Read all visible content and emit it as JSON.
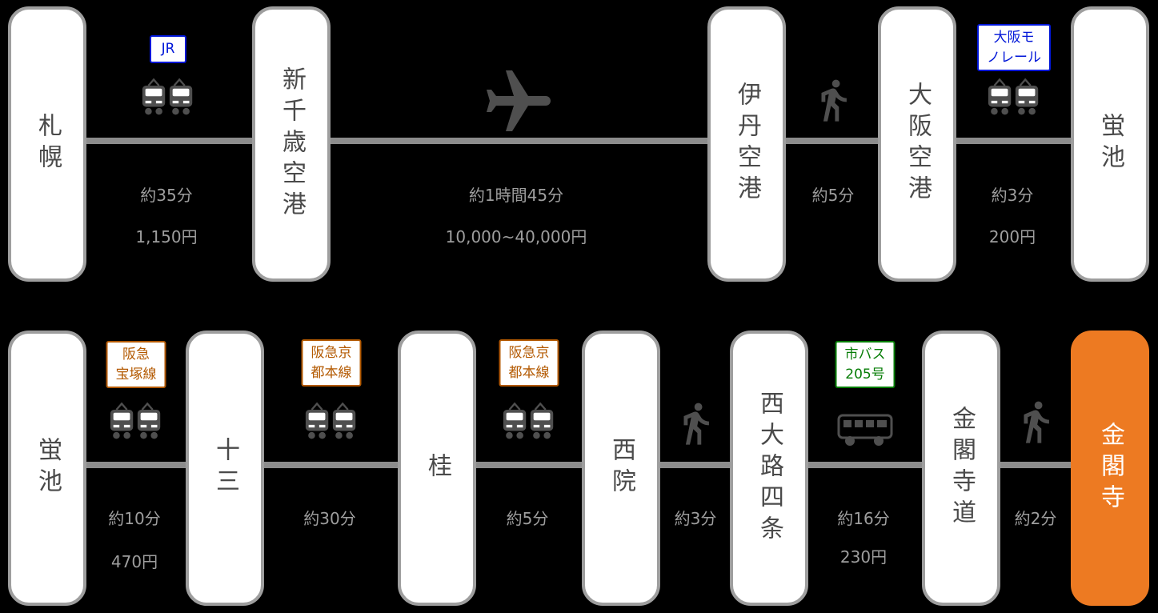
{
  "diagram": "transit-route",
  "colors": {
    "background": "#000000",
    "station_fill": "#ffffff",
    "station_border": "#9e9e9e",
    "station_text": "#4a4a4a",
    "destination_fill": "#ed7a22",
    "destination_text": "#ffffff",
    "route_line": "#8c8c8c",
    "meta_text": "#9e9e9e",
    "badge_blue": "#0016d8",
    "badge_orange": "#b35900",
    "badge_green": "#067d06",
    "icon_gray": "#4f4f4f"
  },
  "rows": [
    {
      "stations": [
        {
          "name": "札幌"
        },
        {
          "name": "新千歳空港"
        },
        {
          "name": "伊丹空港"
        },
        {
          "name": "大阪空港"
        },
        {
          "name": "蛍池"
        }
      ],
      "segments": [
        {
          "icon": "train-icon",
          "badge": "JR",
          "badge_color": "blue",
          "time": "約35分",
          "price": "1,150円"
        },
        {
          "icon": "airplane-icon",
          "time": "約1時間45分",
          "price": "10,000~40,000円"
        },
        {
          "icon": "walking-person-icon",
          "time": "約5分"
        },
        {
          "icon": "train-icon",
          "badge": "大阪モ\nノレール",
          "badge_color": "blue",
          "time": "約3分",
          "price": "200円"
        }
      ]
    },
    {
      "stations": [
        {
          "name": "蛍池"
        },
        {
          "name": "十三"
        },
        {
          "name": "桂"
        },
        {
          "name": "西院"
        },
        {
          "name": "西大路四条"
        },
        {
          "name": "金閣寺道"
        },
        {
          "name": "金閣寺",
          "destination": true
        }
      ],
      "segments": [
        {
          "icon": "train-icon",
          "badge": "阪急\n宝塚線",
          "badge_color": "orange",
          "time": "約10分",
          "price": "470円"
        },
        {
          "icon": "train-icon",
          "badge": "阪急京\n都本線",
          "badge_color": "orange",
          "time": "約30分"
        },
        {
          "icon": "train-icon",
          "badge": "阪急京\n都本線",
          "badge_color": "orange",
          "time": "約5分"
        },
        {
          "icon": "walking-person-icon",
          "time": "約3分"
        },
        {
          "icon": "bus-icon",
          "badge": "市バス\n205号",
          "badge_color": "green",
          "time": "約16分",
          "price": "230円"
        },
        {
          "icon": "walking-person-icon",
          "time": "約2分"
        }
      ]
    }
  ]
}
